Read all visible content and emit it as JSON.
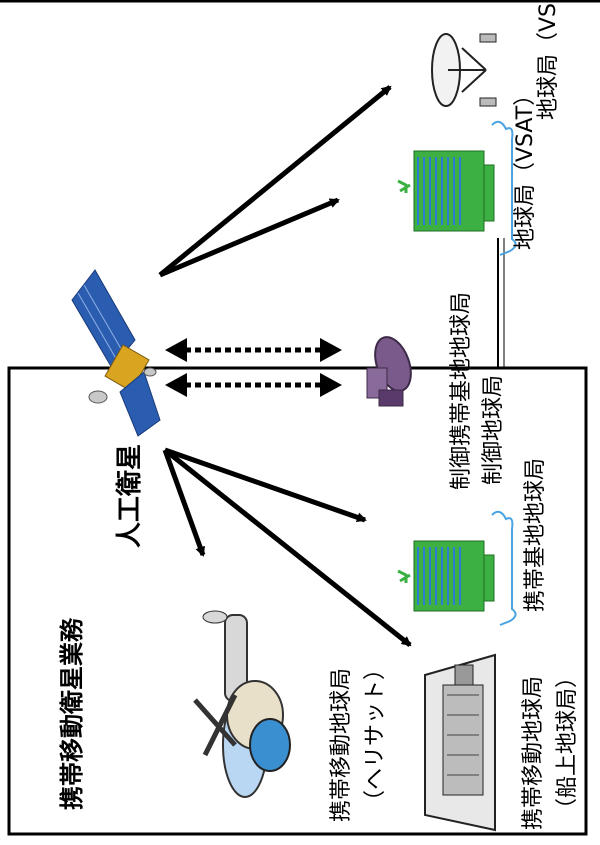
{
  "diagram": {
    "region_label": "携帯移動衛星業務",
    "satellite_label": "人工衛星",
    "vsat_station_1": "地球局（VSAT）",
    "vsat_station_2": "地球局（VSAT）",
    "control_base_station": "制御携帯基地地球局",
    "control_station": "制御地球局",
    "base_station": "携帯基地地球局",
    "helisat_station": "携帯移動地球局（ヘリサット）",
    "ship_station": "携帯移動地球局（船上地球局）"
  },
  "colors": {
    "line": "#000000",
    "building": "#3cb043",
    "building_glass": "#2e7bd6",
    "cloud": "#4aa3e0",
    "antenna": "#7a5a8a",
    "satellite_panel": "#2a5db0",
    "satellite_body": "#d9a520",
    "helicopter": "#b9d7f2"
  }
}
